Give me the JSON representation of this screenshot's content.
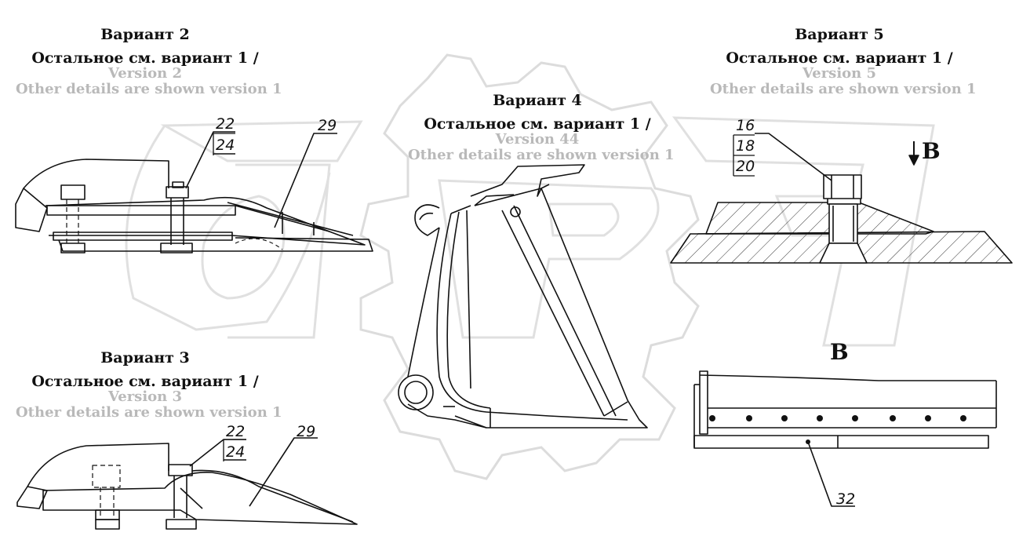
{
  "watermark": {
    "letters": "OPEX",
    "color": "#e6e6e6"
  },
  "captions": {
    "v2": {
      "title": "Вариант 2",
      "subtitle": "Остальное см. вариант 1 /",
      "version": "Version 2",
      "other": "Other details are shown version 1"
    },
    "v3": {
      "title": "Вариант 3",
      "subtitle": "Остальное см. вариант 1 /",
      "version": "Version 3",
      "other": "Other details are shown version 1"
    },
    "v4": {
      "title": "Вариант 4",
      "subtitle": "Остальное см. вариант 1 /",
      "version": "Version 44",
      "other": "Other details are shown version 1"
    },
    "v5": {
      "title": "Вариант 5",
      "subtitle": "Остальное см. вариант 1 /",
      "version": "Version 5",
      "other": "Other details are shown version 1"
    }
  },
  "labels": {
    "v2_a": "22",
    "v2_b": "24",
    "v2_c": "29",
    "v3_a": "22",
    "v3_b": "24",
    "v3_c": "29",
    "v5_a": "16",
    "v5_b": "18",
    "v5_c": "20",
    "view_b": "32"
  },
  "view": {
    "arrow_label": "B",
    "section_label": "B"
  }
}
